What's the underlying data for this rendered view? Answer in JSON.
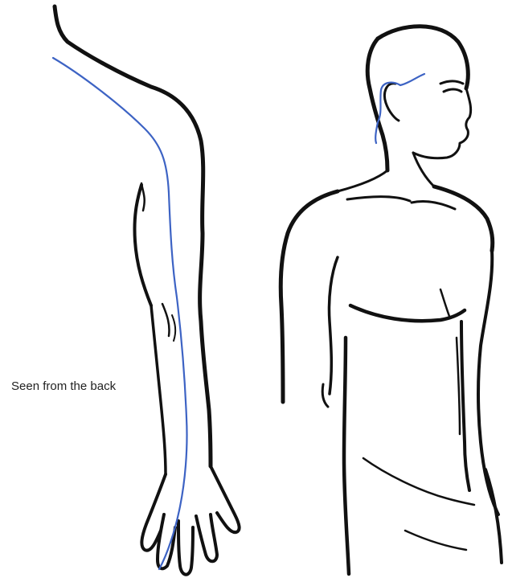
{
  "caption": "Seen from the back",
  "colors": {
    "outline": "#111111",
    "nerve_line": "#3d63c4",
    "background": "#ffffff"
  },
  "figures": [
    {
      "name": "arm-back-view"
    },
    {
      "name": "torso-head-side-view"
    }
  ]
}
